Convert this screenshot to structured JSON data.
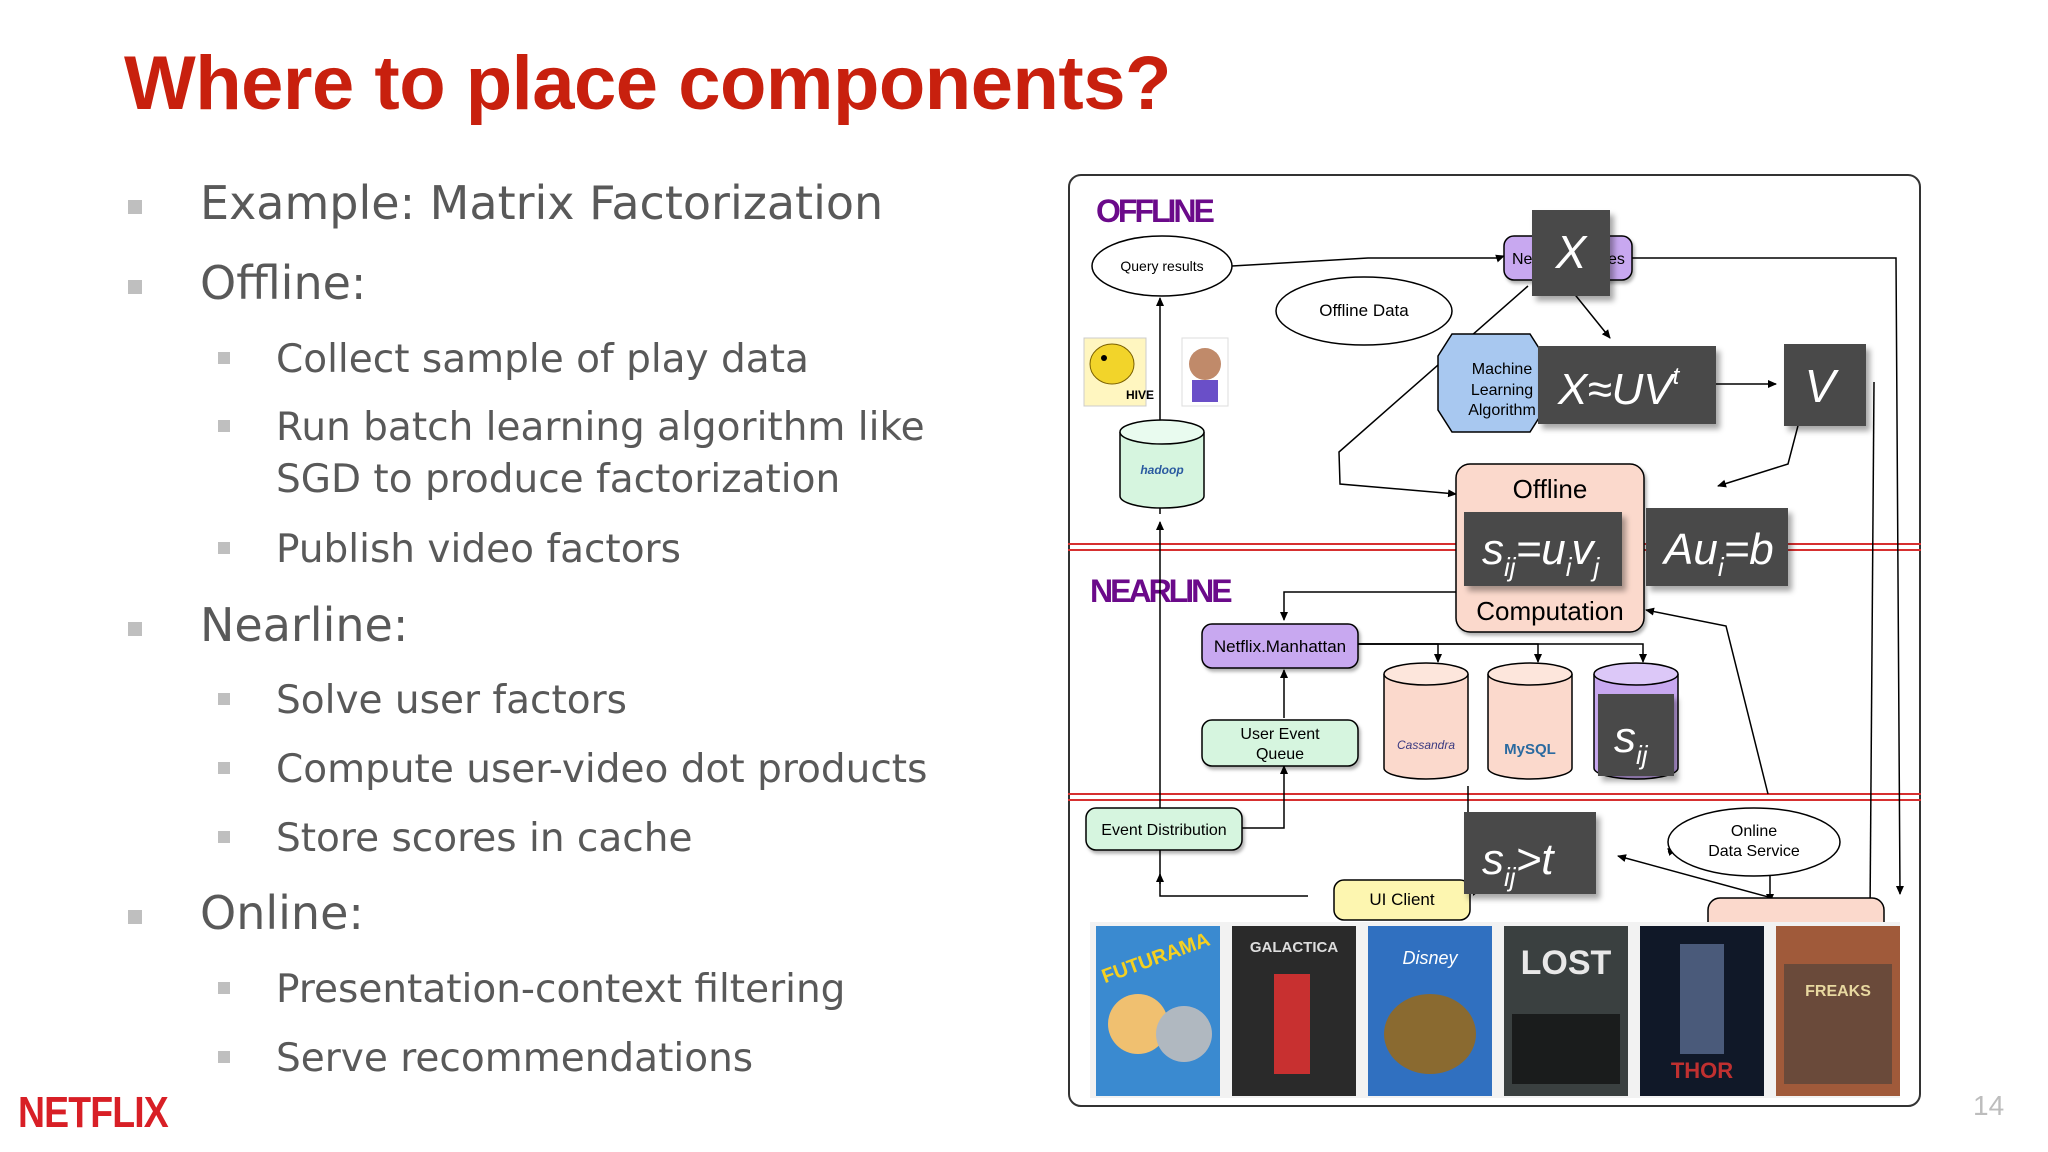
{
  "slide": {
    "title": "Where to place components?",
    "page_number": "14",
    "logo_text": "NETFLIX"
  },
  "bullets": [
    {
      "level": 1,
      "text": "Example: Matrix Factorization"
    },
    {
      "level": 1,
      "text": "Offline:"
    },
    {
      "level": 2,
      "lines": [
        "Collect sample of play data"
      ]
    },
    {
      "level": 2,
      "lines": [
        "Run batch learning algorithm like",
        "SGD to produce factorization"
      ]
    },
    {
      "level": 2,
      "lines": [
        "Publish video factors"
      ]
    },
    {
      "level": 1,
      "text": "Nearline:"
    },
    {
      "level": 2,
      "lines": [
        "Solve user factors"
      ]
    },
    {
      "level": 2,
      "lines": [
        "Compute user-video dot products"
      ]
    },
    {
      "level": 2,
      "lines": [
        "Store scores in cache"
      ]
    },
    {
      "level": 1,
      "text": "Online:"
    },
    {
      "level": 2,
      "lines": [
        "Presentation-context filtering"
      ]
    },
    {
      "level": 2,
      "lines": [
        "Serve recommendations"
      ]
    }
  ],
  "diagram": {
    "sections": {
      "offline": "OFFLINE",
      "nearline": "NEARLINE"
    },
    "nodes": {
      "query_results": "Query results",
      "offline_data": "Offline Data",
      "netflix_services_a": "Ne",
      "netflix_services_b": "es",
      "machine_learning": [
        "Machine",
        "Learning",
        "Algorithm"
      ],
      "offline": "Offline",
      "computation": "Computation",
      "netflix_manhattan": "Netflix.Manhattan",
      "user_event_queue": [
        "User Event",
        "Queue"
      ],
      "event_distribution": "Event Distribution",
      "online_data_service": [
        "Online",
        "Data Service"
      ],
      "ui_client": "UI Client",
      "hive_label": "HIVE",
      "hadoop_label": "hadoop",
      "cassandra_label": "Cassandra",
      "mysql_label": "MySQL"
    },
    "overlays": {
      "x": "X",
      "x_uv": "X≈UV",
      "x_uv_sup": "t",
      "v": "V",
      "sij_uv": [
        "s",
        "ij",
        "=u",
        "i",
        "v",
        "j"
      ],
      "au_b": [
        "Au",
        "i",
        "=b"
      ],
      "sij": [
        "s",
        "ij"
      ],
      "sij_t": [
        "s",
        "ij",
        ">t"
      ]
    },
    "posters": [
      "FUTURAMA",
      "GALACTICA",
      "Disney",
      "LOST",
      "THOR",
      "FREAKS"
    ]
  },
  "colors": {
    "title": "#c8200e",
    "bullet_text": "#595959",
    "netflix_red": "#d81f26",
    "section_purple": "#6b0a8a",
    "lavender": "#c8a8f0",
    "mint": "#d6f5df",
    "peach": "#fbd9cc",
    "yellow": "#fdf6b0",
    "overlay_dark": "#4a4a4a"
  }
}
